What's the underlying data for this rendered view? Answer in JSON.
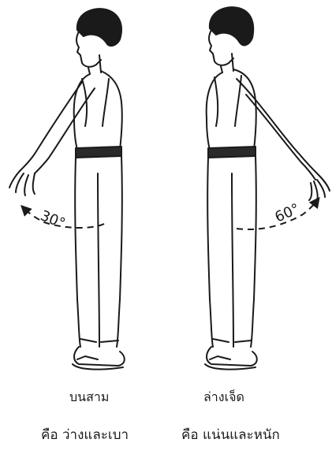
{
  "figure": {
    "left": {
      "angle_label": "30°",
      "caption_top": "บนสาม",
      "caption_bottom": "คือ ว่างและเบา"
    },
    "right": {
      "angle_label": "60°",
      "caption_top": "ล่างเจ็ด",
      "caption_bottom": "คือ แน่นและหนัก"
    }
  },
  "colors": {
    "ink": "#1a1a1a",
    "background": "#ffffff",
    "belt": "#2a2a2a"
  }
}
